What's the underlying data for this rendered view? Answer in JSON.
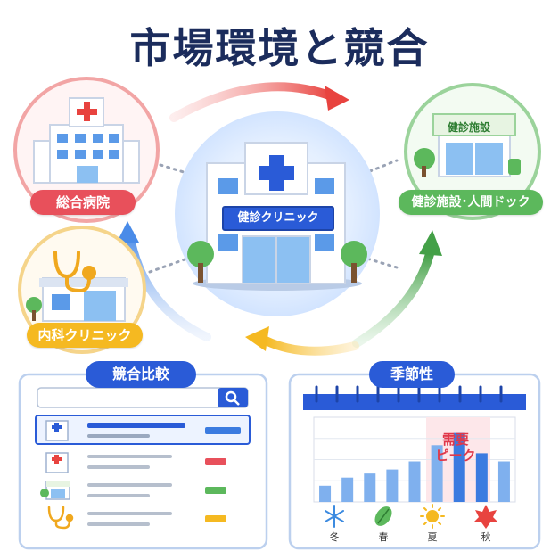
{
  "title": "市場環境と競合",
  "nodes": {
    "general_hospital": "総合病院",
    "health_checkup": "健診施設･人間ドック",
    "internal_clinic": "内科クリニック",
    "center_clinic": "健診クリニック",
    "checkup_building_sign": "健診施設"
  },
  "panels": {
    "comparison": {
      "title": "競合比較"
    },
    "seasonality": {
      "title": "季節性",
      "peak_label_line1": "需要",
      "peak_label_line2": "ピーク",
      "seasons": [
        "冬",
        "春",
        "夏",
        "秋"
      ]
    }
  },
  "colors": {
    "title": "#1b2c5c",
    "general_hospital_pill": "#e8505b",
    "health_checkup_pill": "#5cb85c",
    "internal_clinic_pill": "#f5b921",
    "accent_blue": "#2a5bd7"
  },
  "icons": [
    "hospital-icon",
    "clinic-icon",
    "checkup-building-icon",
    "stethoscope-icon",
    "search-icon",
    "snowflake-icon",
    "leaf-icon",
    "sun-icon",
    "maple-leaf-icon"
  ],
  "chart_data": {
    "type": "bar",
    "categories": [
      "",
      "",
      "",
      "",
      "",
      "",
      "",
      "",
      ""
    ],
    "values": [
      2,
      3,
      3.5,
      4,
      5,
      7,
      8.5,
      6,
      5
    ],
    "highlight_indices": [
      6,
      7
    ],
    "ylim": [
      0,
      10
    ],
    "grid": true,
    "title": "",
    "xlabel": "",
    "ylabel": ""
  }
}
